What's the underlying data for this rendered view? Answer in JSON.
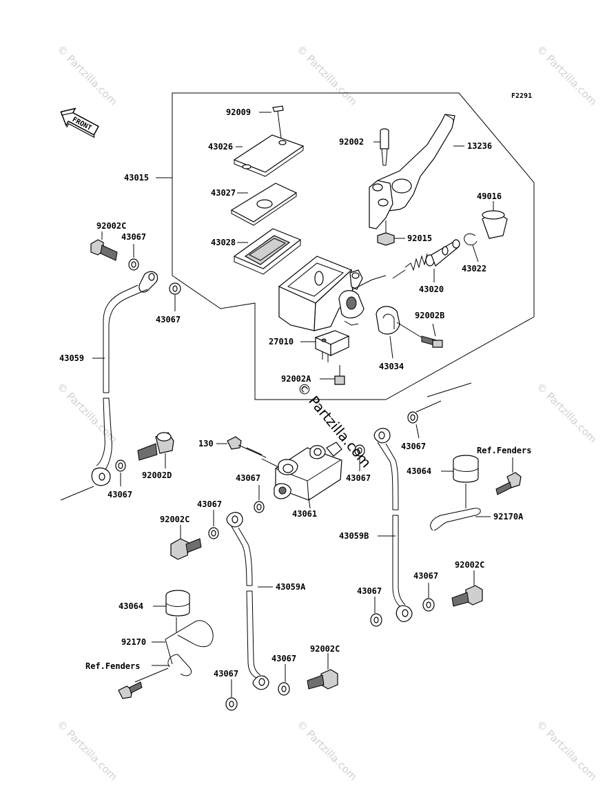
{
  "figure_code": "F2291",
  "front_arrow": "FRONT",
  "watermark_corner": "© Partzilla.com",
  "watermark_center": "© Partzilla.com",
  "labels": {
    "l92009": "92009",
    "l43026": "43026",
    "l43015": "43015",
    "l43027": "43027",
    "l43028": "43028",
    "l92002": "92002",
    "l13236": "13236",
    "l49016": "49016",
    "l92015": "92015",
    "l43022": "43022",
    "l43020": "43020",
    "l92002B": "92002B",
    "l27010": "27010",
    "l43034": "43034",
    "l92002A": "92002A",
    "l92002C_a": "92002C",
    "l43067_a": "43067",
    "l43067_b": "43067",
    "l43059": "43059",
    "l43067_c": "43067",
    "l92002D": "92002D",
    "l130": "130",
    "l43067_d": "43067",
    "l43061": "43061",
    "l43067_e": "43067",
    "l43067_f": "43067",
    "l43064_a": "43064",
    "lRefFenders_a": "Ref.Fenders",
    "l92170A": "92170A",
    "l43059B": "43059B",
    "l92002C_b": "92002C",
    "l43067_g": "43067",
    "l43067_h": "43067",
    "l92002C_c": "92002C",
    "l43059A": "43059A",
    "l43064_b": "43064",
    "l92170": "92170",
    "lRefFenders_b": "Ref.Fenders",
    "l43067_i": "43067",
    "l43067_j": "43067",
    "l92002C_d": "92002C"
  }
}
